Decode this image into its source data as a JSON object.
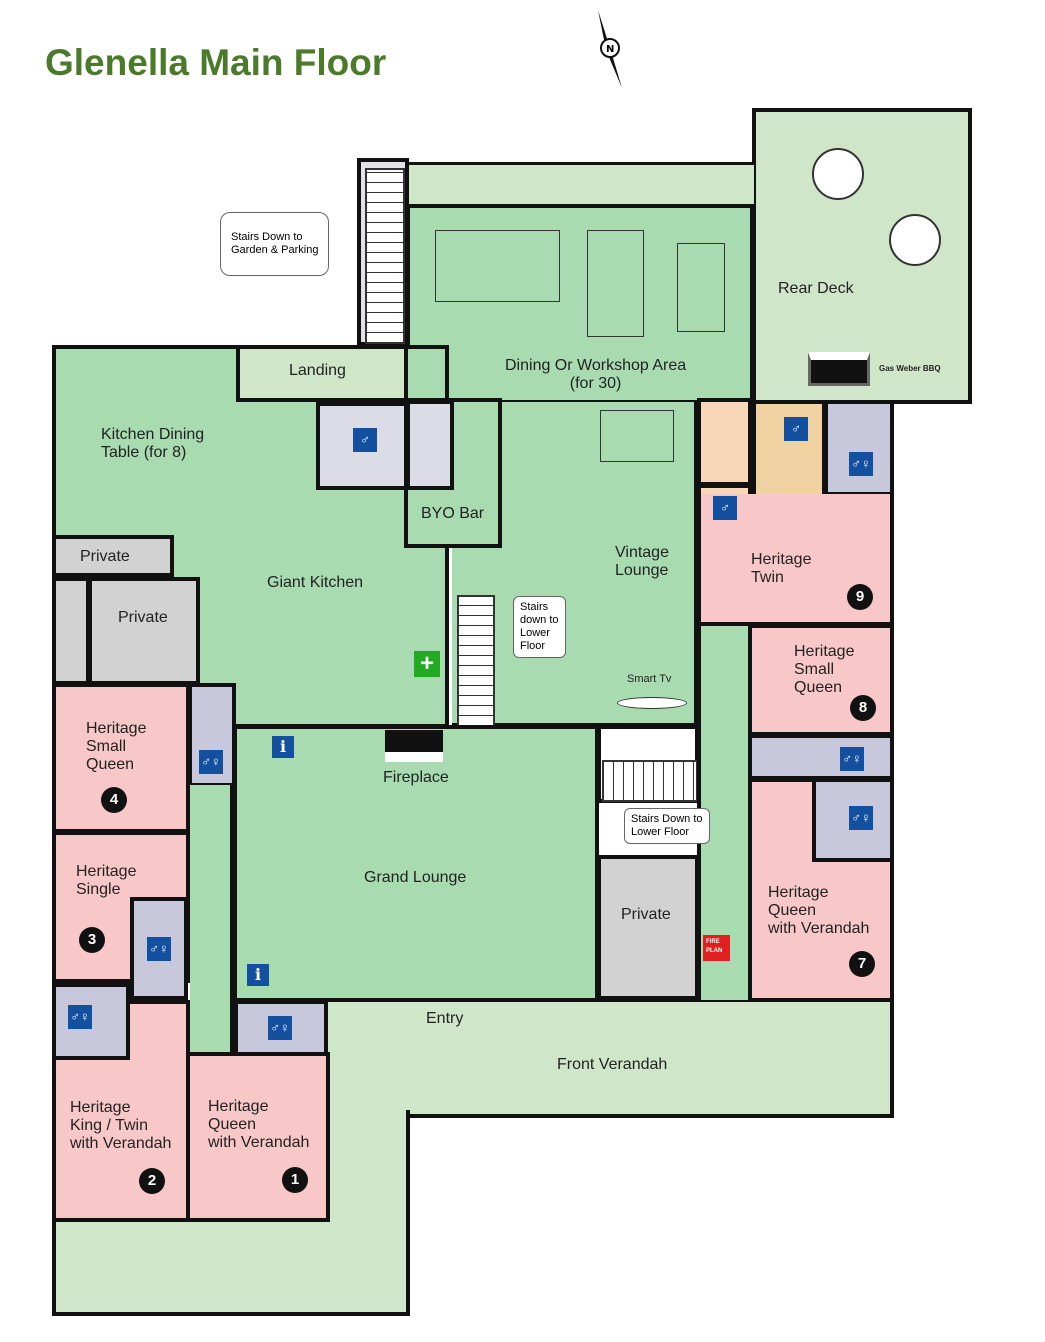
{
  "title": "Glenella Main Floor",
  "compass": "N",
  "rooms": {
    "rear_deck": "Rear Deck",
    "bbq": "Gas Weber BBQ",
    "dining": "Dining Or Workshop Area\n(for 30)",
    "landing": "Landing",
    "kitchen_dining": "Kitchen Dining\nTable (for 8)",
    "byo_bar": "BYO Bar",
    "vintage": "Vintage\nLounge",
    "private1": "Private",
    "private2": "Private",
    "giant_kitchen": "Giant Kitchen",
    "smart_tv": "Smart Tv",
    "fireplace": "Fireplace",
    "grand_lounge": "Grand Lounge",
    "private3": "Private",
    "entry": "Entry",
    "front_verandah": "Front Verandah",
    "r9": "Heritage\nTwin",
    "r8": "Heritage\nSmall\nQueen",
    "r7": "Heritage\nQueen\nwith Verandah",
    "r4": "Heritage\nSmall\nQueen",
    "r3": "Heritage\nSingle",
    "r2": "Heritage\nKing / Twin\nwith Verandah",
    "r1": "Heritage\nQueen\nwith Verandah"
  },
  "numbers": {
    "n1": "1",
    "n2": "2",
    "n3": "3",
    "n4": "4",
    "n7": "7",
    "n8": "8",
    "n9": "9"
  },
  "notes": {
    "garden": "Stairs Down to\nGarden & Parking",
    "lower1": "Stairs\ndown to\nLower\nFloor",
    "lower2": "Stairs Down to\nLower Floor"
  },
  "fire_plan": "FIRE\nPLAN",
  "icons": {
    "wc": "♂♀",
    "toilet": "♂",
    "info": "i"
  },
  "colors": {
    "title": "#4a7a2a",
    "room": "#a8dcb0",
    "bedroom": "#f8c8c8",
    "outdoor": "#cfe7c8"
  }
}
